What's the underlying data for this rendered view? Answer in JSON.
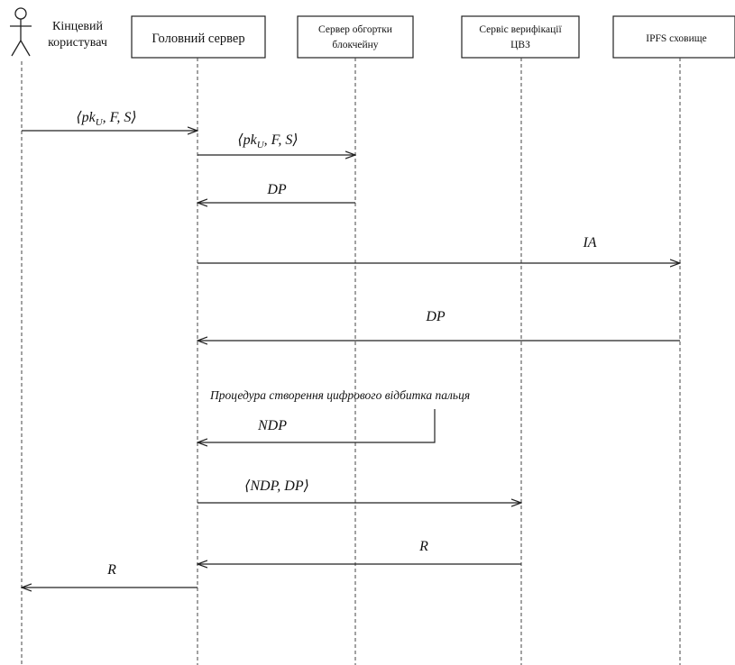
{
  "actor": {
    "name_line1": "Кінцевий",
    "name_line2": "користувач"
  },
  "participants": {
    "main_server": "Головний сервер",
    "blockchain_wrapper_line1": "Сервер обгортки",
    "blockchain_wrapper_line2": "блокчейну",
    "dvz_verification_line1": "Сервіс верифікації",
    "dvz_verification_line2": "ЦВЗ",
    "ipfs_storage": "IPFS сховище"
  },
  "messages": {
    "m1": {
      "base": "⟨pk",
      "sub": "U",
      "rest": ", F, S⟩"
    },
    "m2": {
      "base": "⟨pk",
      "sub": "U",
      "rest": ", F, S⟩"
    },
    "m3": "DP",
    "m4": "IA",
    "m5": "DP",
    "m6": "NDP",
    "m7": "⟨NDP, DP⟩",
    "m8": "R",
    "m9": "R"
  },
  "procedure_note": "Процедура створення цифрового відбитка пальця",
  "colors": {
    "line": "#222222",
    "lifeline": "#444444",
    "text": "#111111"
  }
}
